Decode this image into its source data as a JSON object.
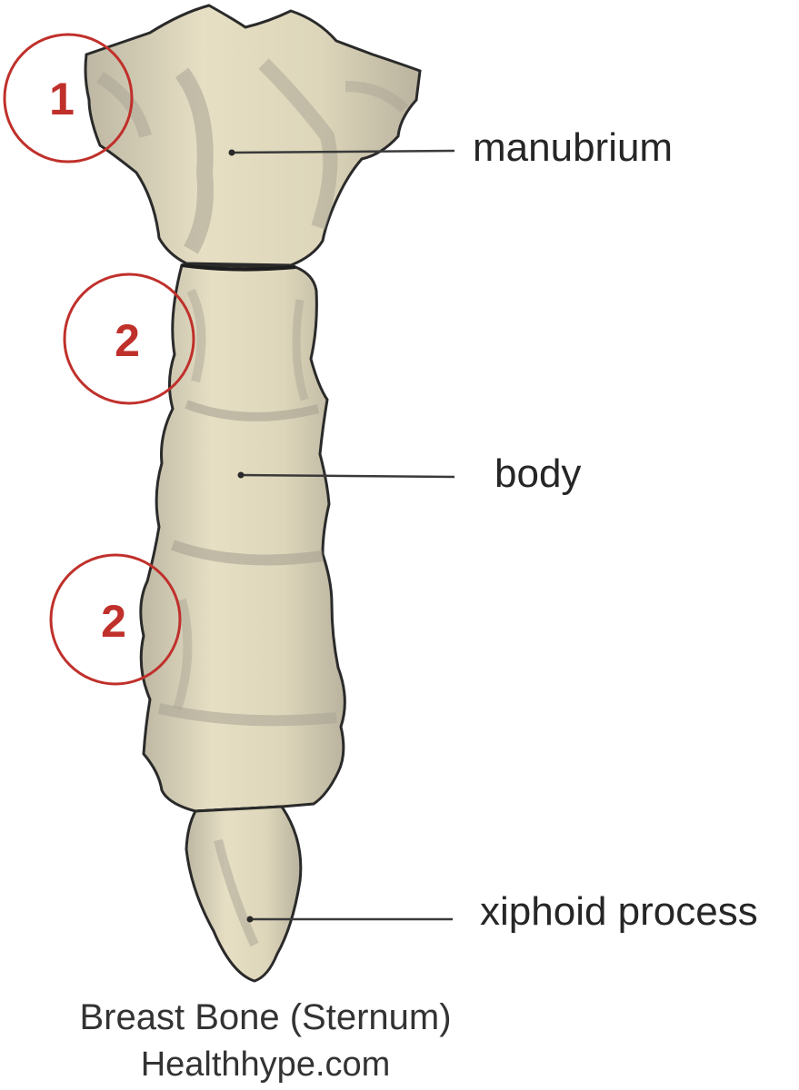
{
  "labels": {
    "manubrium": "manubrium",
    "body": "body",
    "xiphoid": "xiphoid process"
  },
  "caption": {
    "title": "Breast Bone (Sternum)",
    "source": "Healthhype.com"
  },
  "markers": {
    "first": "1",
    "second": "2",
    "third": "2"
  },
  "colors": {
    "bone": "#d9d2b6",
    "bone_shadow": "#a8a293",
    "bone_outline": "#2a2a2a",
    "marker": "#c0302b",
    "leader_line": "#3a3a3a",
    "text": "#262626"
  }
}
